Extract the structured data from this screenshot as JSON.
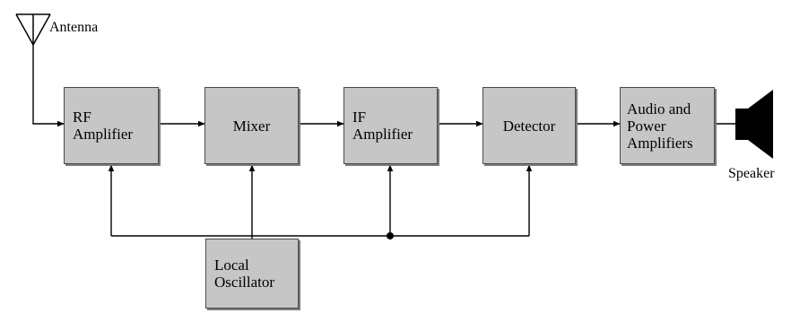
{
  "antenna_label": "Antenna",
  "speaker_label": "Speaker",
  "blocks": {
    "rf": {
      "line1": "RF",
      "line2": "Amplifier"
    },
    "mixer": {
      "line1": "Mixer"
    },
    "if": {
      "line1": "IF",
      "line2": "Amplifier"
    },
    "detector": {
      "line1": "Detector"
    },
    "audio": {
      "line1": "Audio and",
      "line2": "Power",
      "line3": "Amplifiers"
    },
    "oscillator": {
      "line1": "Local",
      "line2": "Oscillator"
    }
  }
}
